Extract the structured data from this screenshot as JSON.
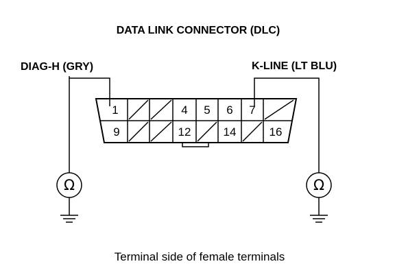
{
  "title": "DATA LINK CONNECTOR (DLC)",
  "left_probe_label": "DIAG-H (GRY)",
  "right_probe_label": "K-LINE (LT BLU)",
  "caption": "Terminal side of female terminals",
  "meter_symbol": "Ω",
  "top_row_pins": [
    "1",
    "",
    "",
    "4",
    "5",
    "6",
    "7",
    ""
  ],
  "bottom_row_pins": [
    "9",
    "",
    "",
    "12",
    "",
    "14",
    "",
    "16"
  ],
  "colors": {
    "ink": "#000000",
    "background": "#ffffff"
  }
}
